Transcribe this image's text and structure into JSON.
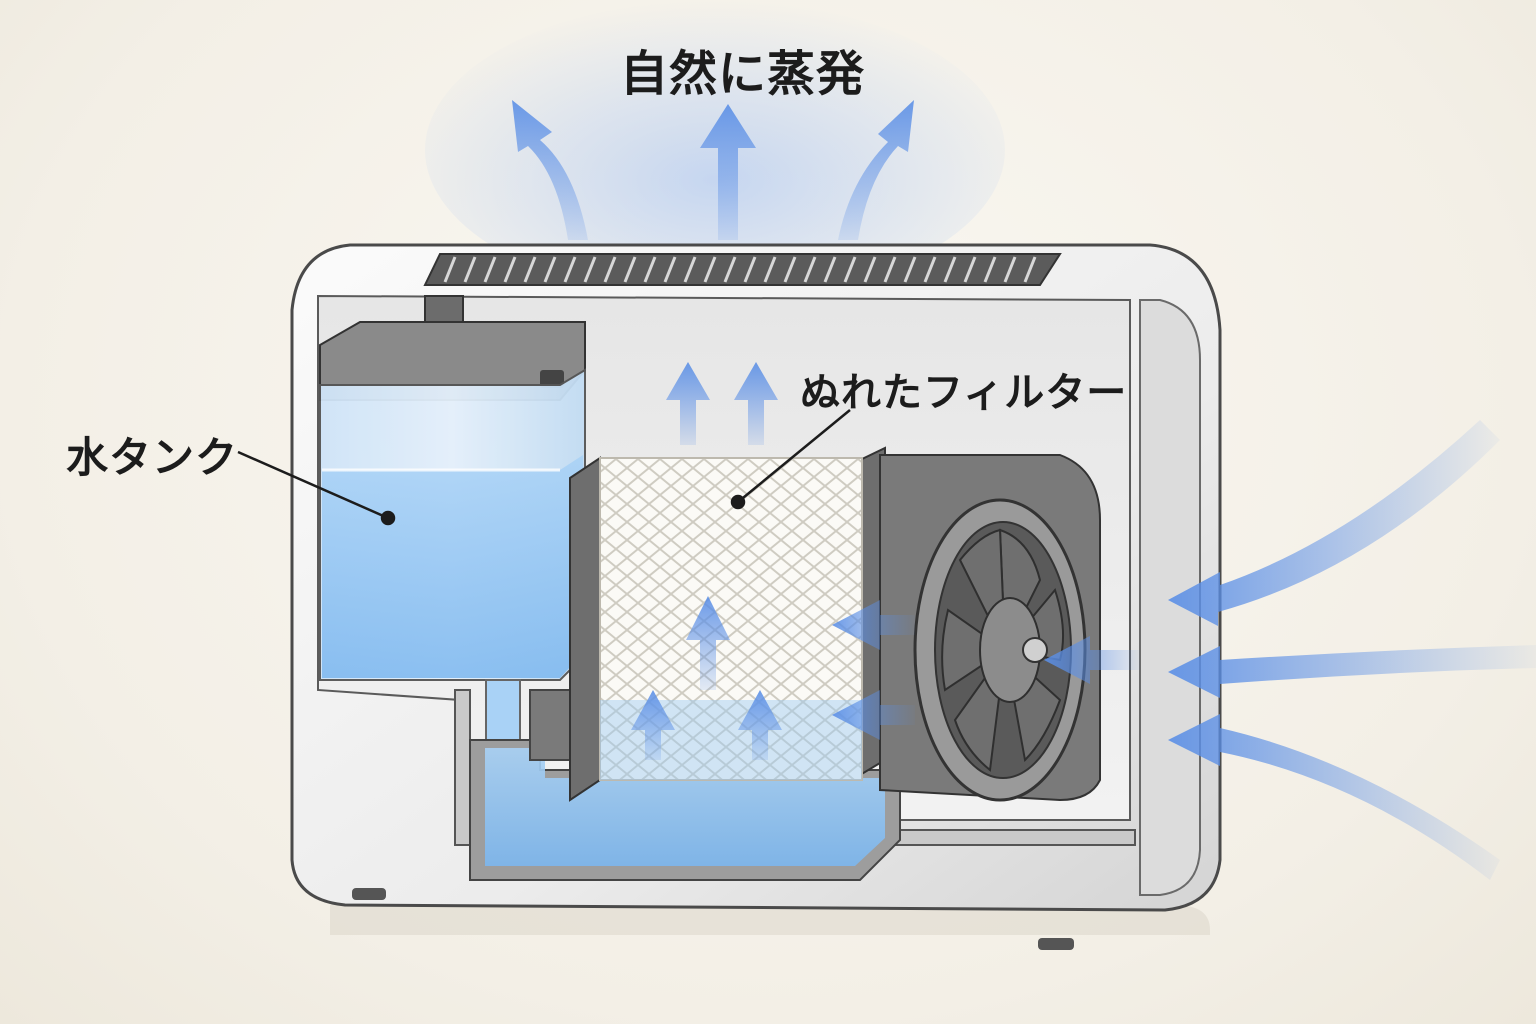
{
  "labels": {
    "evaporation": "自然に蒸発",
    "wet_filter": "ぬれたフィルター",
    "water_tank": "水タンク"
  },
  "colors": {
    "background": "#f3efe6",
    "housing": "#eeeeee",
    "housing_outline": "#4a4a4a",
    "water": "#8ec2f0",
    "airflow_arrow": "#5b8fe6",
    "filter": "#fbfaf6",
    "fan": "#6a6a6a"
  },
  "icons": {
    "airflow": "arrow-icon",
    "fan": "fan-icon",
    "vent": "vent-grille-icon"
  }
}
